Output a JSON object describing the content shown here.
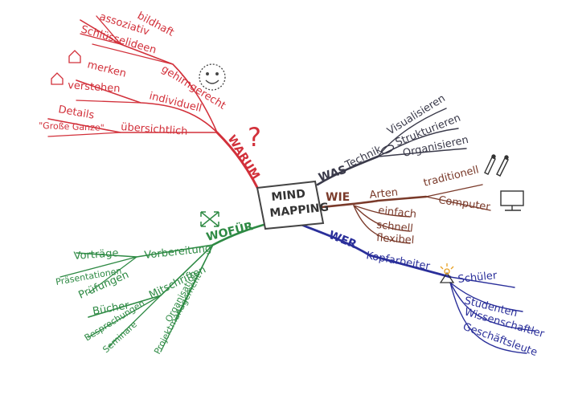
{
  "center": {
    "line1": "MIND",
    "line2": "MAPPING"
  },
  "colors": {
    "warum": "#d2303a",
    "was": "#3a3a4a",
    "wie": "#7a3a2a",
    "wer": "#2a2f9a",
    "wofuer": "#2e8a44",
    "center": "#444444"
  },
  "warum": {
    "label": "WARUM",
    "branches": {
      "gehirngerecht": "gehirngerecht",
      "bildhaft": "bildhaft",
      "assoziativ": "assoziativ",
      "schluesselideen": "Schlüsselideen",
      "individuell": "individuell",
      "merken": "merken",
      "verstehen": "verstehen",
      "uebersichtlich": "übersichtlich",
      "details": "Details",
      "grosse_ganze": "\"Große Ganze\""
    }
  },
  "was": {
    "label": "WAS",
    "technik": "Technik",
    "items": [
      "Visualisieren",
      "Strukturieren",
      "Organisieren"
    ]
  },
  "wie": {
    "label": "WIE",
    "arten": "Arten",
    "traditionell": "traditionell",
    "computer": "Computer",
    "qualities": [
      "einfach",
      "schnell",
      "flexibel"
    ]
  },
  "wer": {
    "label": "WER",
    "kopfarbeiter": "Kopfarbeiter",
    "schueler": "Schüler",
    "items": [
      "Studenten",
      "Wissenschaftler",
      "Geschäftsleute"
    ]
  },
  "wofuer": {
    "label": "WOFÜR",
    "vorbereitung": "Vorbereitung",
    "vorbereitung_items": [
      "Vorträge",
      "Präsentationen",
      "Prüfungen"
    ],
    "mitschriften": "Mitschriften",
    "mitschriften_items": [
      "Bücher",
      "Besprechungen",
      "Seminare"
    ],
    "organisation": "Organisation",
    "projektmanagement": "Projektmanagement"
  }
}
